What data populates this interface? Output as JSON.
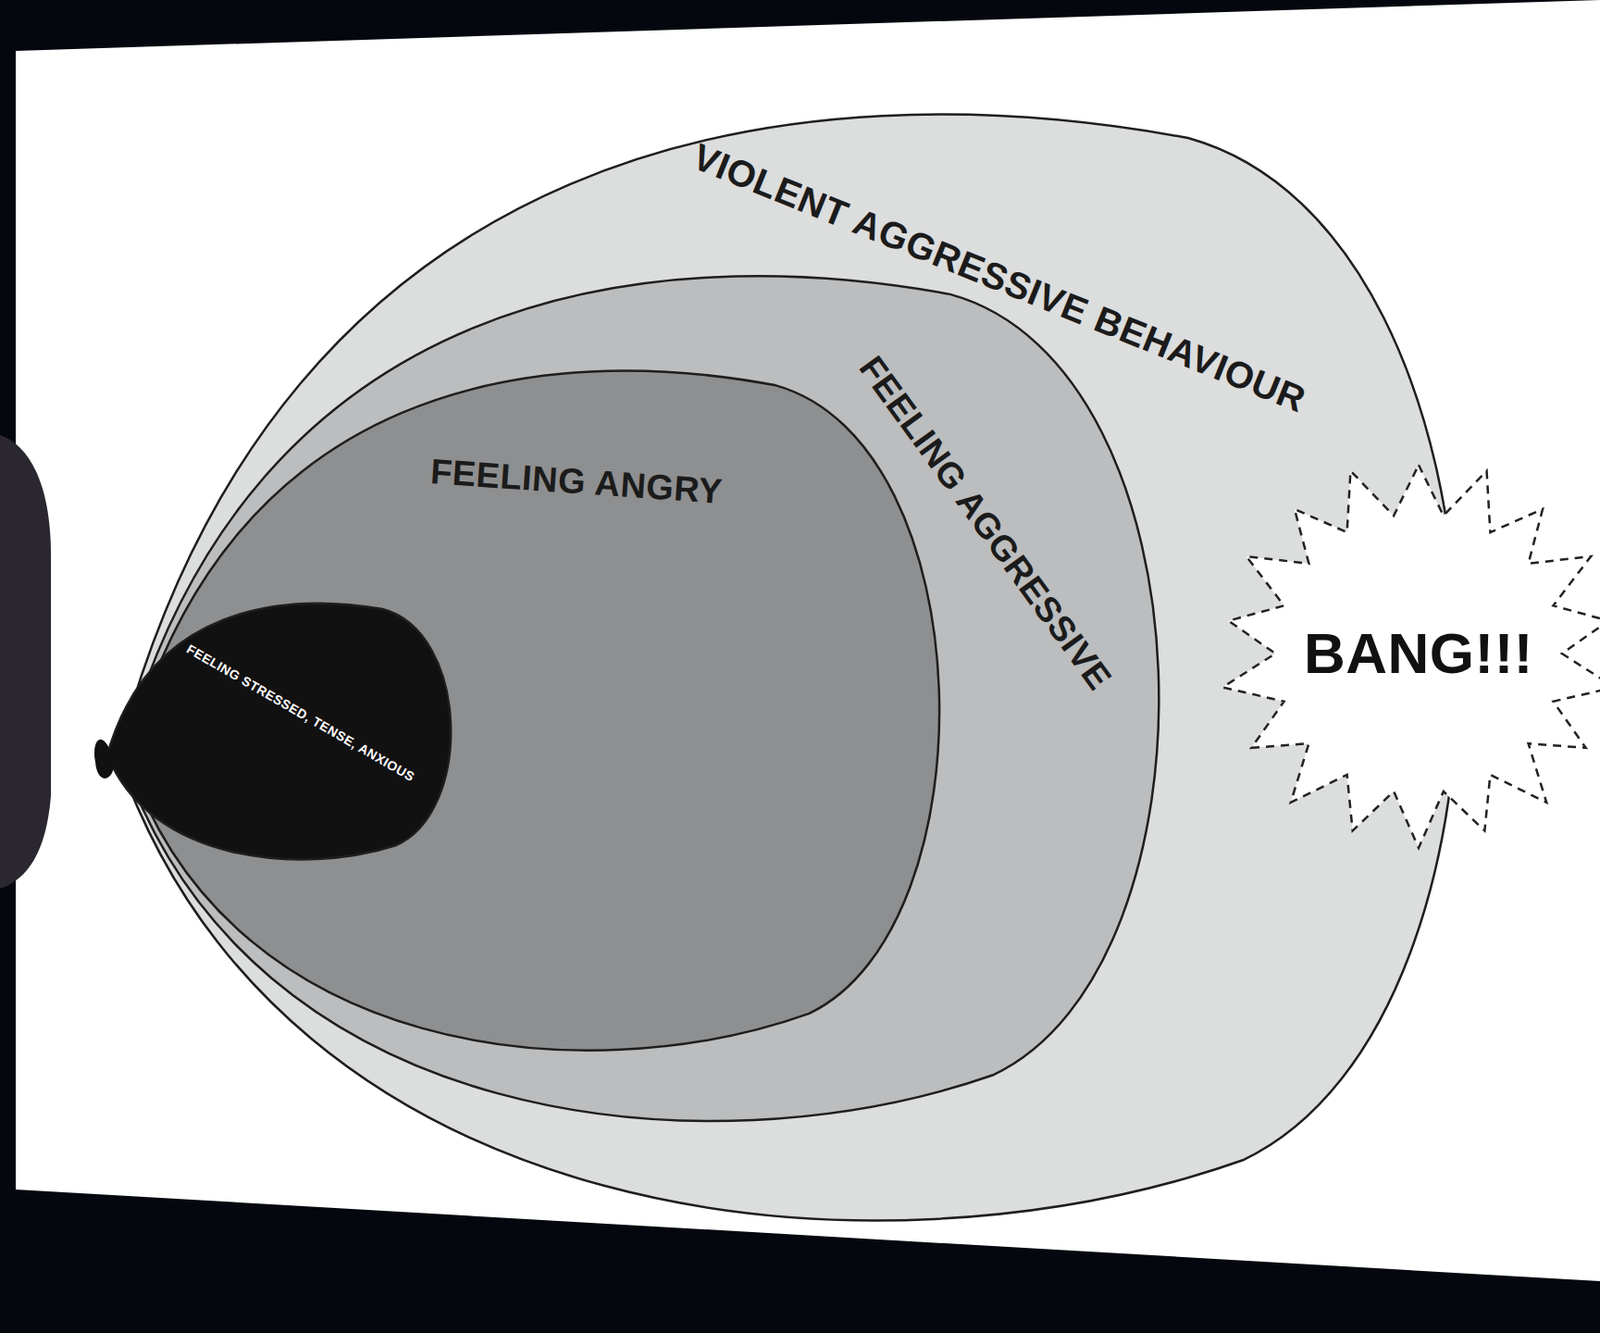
{
  "diagram": {
    "nodes": [
      {
        "text": [
          "VIOLENT AGGRESSIVE BEHAVIOUR"
        ]
      },
      {
        "text": [
          "FEELING AGGRESSIVE"
        ],
        "in": 0
      },
      {
        "text": [
          "FEELING ANGRY"
        ],
        "in": 1
      },
      {
        "text": [
          "FEELING STRESSED, TENSE, ANXIOUS"
        ],
        "in": 2
      },
      {
        "text": [
          "BANG!!!"
        ]
      }
    ]
  }
}
